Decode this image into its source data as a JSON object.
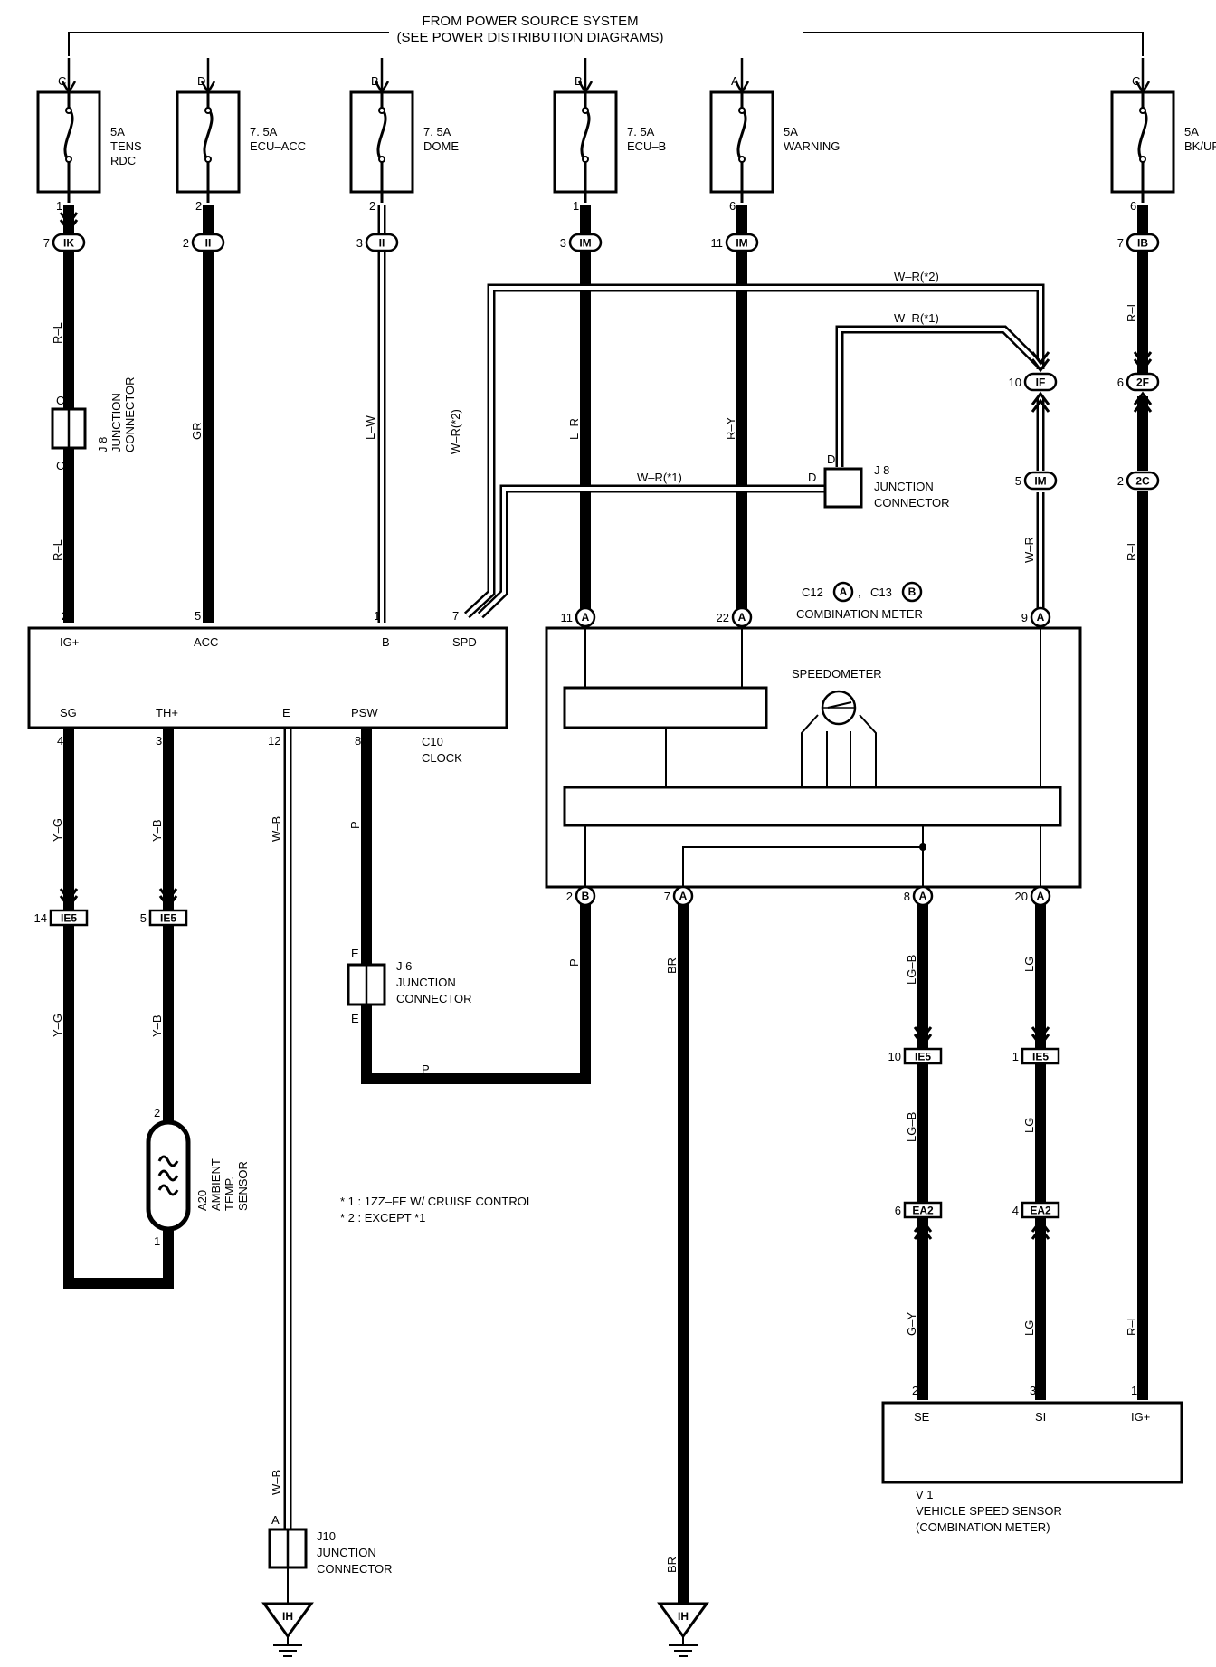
{
  "header": {
    "line1": "FROM POWER SOURCE SYSTEM",
    "line2": "(SEE POWER DISTRIBUTION DIAGRAMS)"
  },
  "fuses": [
    {
      "source": "C",
      "amp": "5A",
      "name1": "TENS",
      "name2": "RDC",
      "pin": "1"
    },
    {
      "source": "D",
      "amp": "7. 5A",
      "name1": "ECU–ACC",
      "name2": "",
      "pin": "2"
    },
    {
      "source": "B",
      "amp": "7. 5A",
      "name1": "DOME",
      "name2": "",
      "pin": "2"
    },
    {
      "source": "B",
      "amp": "7. 5A",
      "name1": "ECU–B",
      "name2": "",
      "pin": "1"
    },
    {
      "source": "A",
      "amp": "5A",
      "name1": "WARNING",
      "name2": "",
      "pin": "6"
    },
    {
      "source": "C",
      "amp": "5A",
      "name1": "BK/UP LP",
      "name2": "",
      "pin": "6"
    }
  ],
  "inline_connectors": [
    {
      "num": "7",
      "id": "IK"
    },
    {
      "num": "2",
      "id": "II"
    },
    {
      "num": "3",
      "id": "II"
    },
    {
      "num": "3",
      "id": "IM"
    },
    {
      "num": "11",
      "id": "IM"
    },
    {
      "num": "7",
      "id": "IB"
    },
    {
      "num": "10",
      "id": "IF"
    },
    {
      "num": "6",
      "id": "2F"
    },
    {
      "num": "5",
      "id": "IM"
    },
    {
      "num": "2",
      "id": "2C"
    },
    {
      "num": "14",
      "id": "IE5"
    },
    {
      "num": "5",
      "id": "IE5"
    },
    {
      "num": "10",
      "id": "IE5"
    },
    {
      "num": "1",
      "id": "IE5"
    },
    {
      "num": "6",
      "id": "EA2"
    },
    {
      "num": "4",
      "id": "EA2"
    }
  ],
  "wire_colors": {
    "r_l": "R–L",
    "gr": "GR",
    "l_w": "L–W",
    "w_r2": "W–R(*2)",
    "w_r1": "W–R(*1)",
    "l_r": "L–R",
    "r_y": "R–Y",
    "w_r": "W–R",
    "y_g": "Y–G",
    "y_b": "Y–B",
    "w_b": "W–B",
    "p": "P",
    "br": "BR",
    "lg_b": "LG–B",
    "lg": "LG",
    "g_y": "G–Y"
  },
  "junctions": {
    "j8_left": {
      "id": "J 8",
      "l1": "JUNCTION",
      "l2": "CONNECTOR",
      "pin_top": "C",
      "pin_bottom": "C"
    },
    "j8_right": {
      "id": "J 8",
      "l1": "JUNCTION",
      "l2": "CONNECTOR",
      "pin_top": "D",
      "pin_left": "D"
    },
    "j6": {
      "id": "J 6",
      "l1": "JUNCTION",
      "l2": "CONNECTOR",
      "pin_top": "E",
      "pin_bottom": "E"
    },
    "j10": {
      "id": "J10",
      "l1": "JUNCTION",
      "l2": "CONNECTOR",
      "pin": "A"
    }
  },
  "clock": {
    "id": "C10",
    "name": "CLOCK",
    "top_pins": [
      {
        "num": "2",
        "label": "IG+"
      },
      {
        "num": "5",
        "label": "ACC"
      },
      {
        "num": "1",
        "label": "B"
      },
      {
        "num": "7",
        "label": "SPD"
      }
    ],
    "bottom_pins": [
      {
        "num": "4",
        "label": "SG"
      },
      {
        "num": "3",
        "label": "TH+"
      },
      {
        "num": "12",
        "label": "E"
      },
      {
        "num": "8",
        "label": "PSW"
      }
    ]
  },
  "meter": {
    "ref1": "C12",
    "ref_a": "A",
    "sep": ",",
    "ref2": "C13",
    "ref_b": "B",
    "name": "COMBINATION METER",
    "speedo": "SPEEDOMETER",
    "top_pins": [
      {
        "num": "11",
        "tag": "A"
      },
      {
        "num": "22",
        "tag": "A"
      },
      {
        "num": "9",
        "tag": "A"
      }
    ],
    "bottom_pins": [
      {
        "num": "2",
        "tag": "B"
      },
      {
        "num": "7",
        "tag": "A"
      },
      {
        "num": "8",
        "tag": "A"
      },
      {
        "num": "20",
        "tag": "A"
      }
    ]
  },
  "sensor": {
    "id": "A20",
    "l1": "AMBIENT",
    "l2": "TEMP.",
    "l3": "SENSOR",
    "pin_top": "2",
    "pin_bottom": "1"
  },
  "vss": {
    "id": "V 1",
    "name": "VEHICLE SPEED SENSOR",
    "sub": "(COMBINATION METER)",
    "pins": [
      {
        "num": "2",
        "label": "SE"
      },
      {
        "num": "3",
        "label": "SI"
      },
      {
        "num": "1",
        "label": "IG+"
      }
    ]
  },
  "notes": {
    "n1": "* 1 : 1ZZ–FE W/ CRUISE CONTROL",
    "n2": "* 2 : EXCEPT *1"
  },
  "grounds": [
    {
      "id": "IH"
    },
    {
      "id": "IH"
    }
  ]
}
